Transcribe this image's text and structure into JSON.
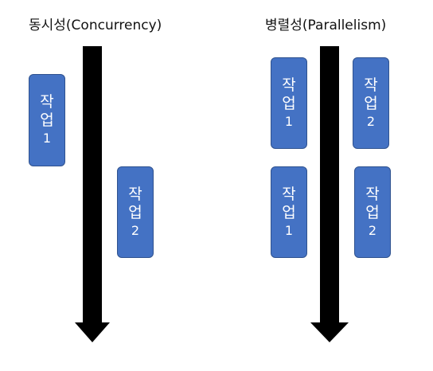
{
  "panels": {
    "concurrency": {
      "title": "동시성(Concurrency)",
      "tasks": [
        {
          "line1": "작",
          "line2": "업",
          "number": "1"
        },
        {
          "line1": "작",
          "line2": "업",
          "number": "2"
        }
      ]
    },
    "parallelism": {
      "title": "병렬성(Parallelism)",
      "tasks": [
        {
          "line1": "작",
          "line2": "업",
          "number": "1"
        },
        {
          "line1": "작",
          "line2": "업",
          "number": "2"
        },
        {
          "line1": "작",
          "line2": "업",
          "number": "1"
        },
        {
          "line1": "작",
          "line2": "업",
          "number": "2"
        }
      ]
    }
  },
  "colors": {
    "task_fill": "#4472c4",
    "task_border": "#2f528f",
    "arrow": "#000000"
  }
}
